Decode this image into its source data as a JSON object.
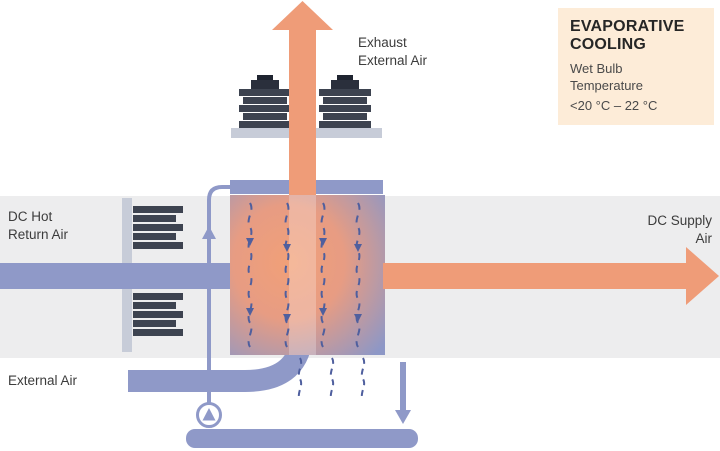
{
  "colors": {
    "orange": "#ef9c78",
    "lavender": "#8f99c8",
    "band": "#ededee",
    "info_bg": "#fdecd8",
    "fan_dark": "#3d4350",
    "drip_blue": "#4f5f9e"
  },
  "labels": {
    "exhaust": "Exhaust\nExternal Air",
    "dc_hot_return": "DC Hot\nReturn Air",
    "dc_supply": "DC Supply\nAir",
    "external_air": "External Air"
  },
  "info_box": {
    "title": "EVAPORATIVE\nCOOLING",
    "subtitle": "Wet Bulb\nTemperature",
    "range": "<20 °C – 22 °C"
  }
}
